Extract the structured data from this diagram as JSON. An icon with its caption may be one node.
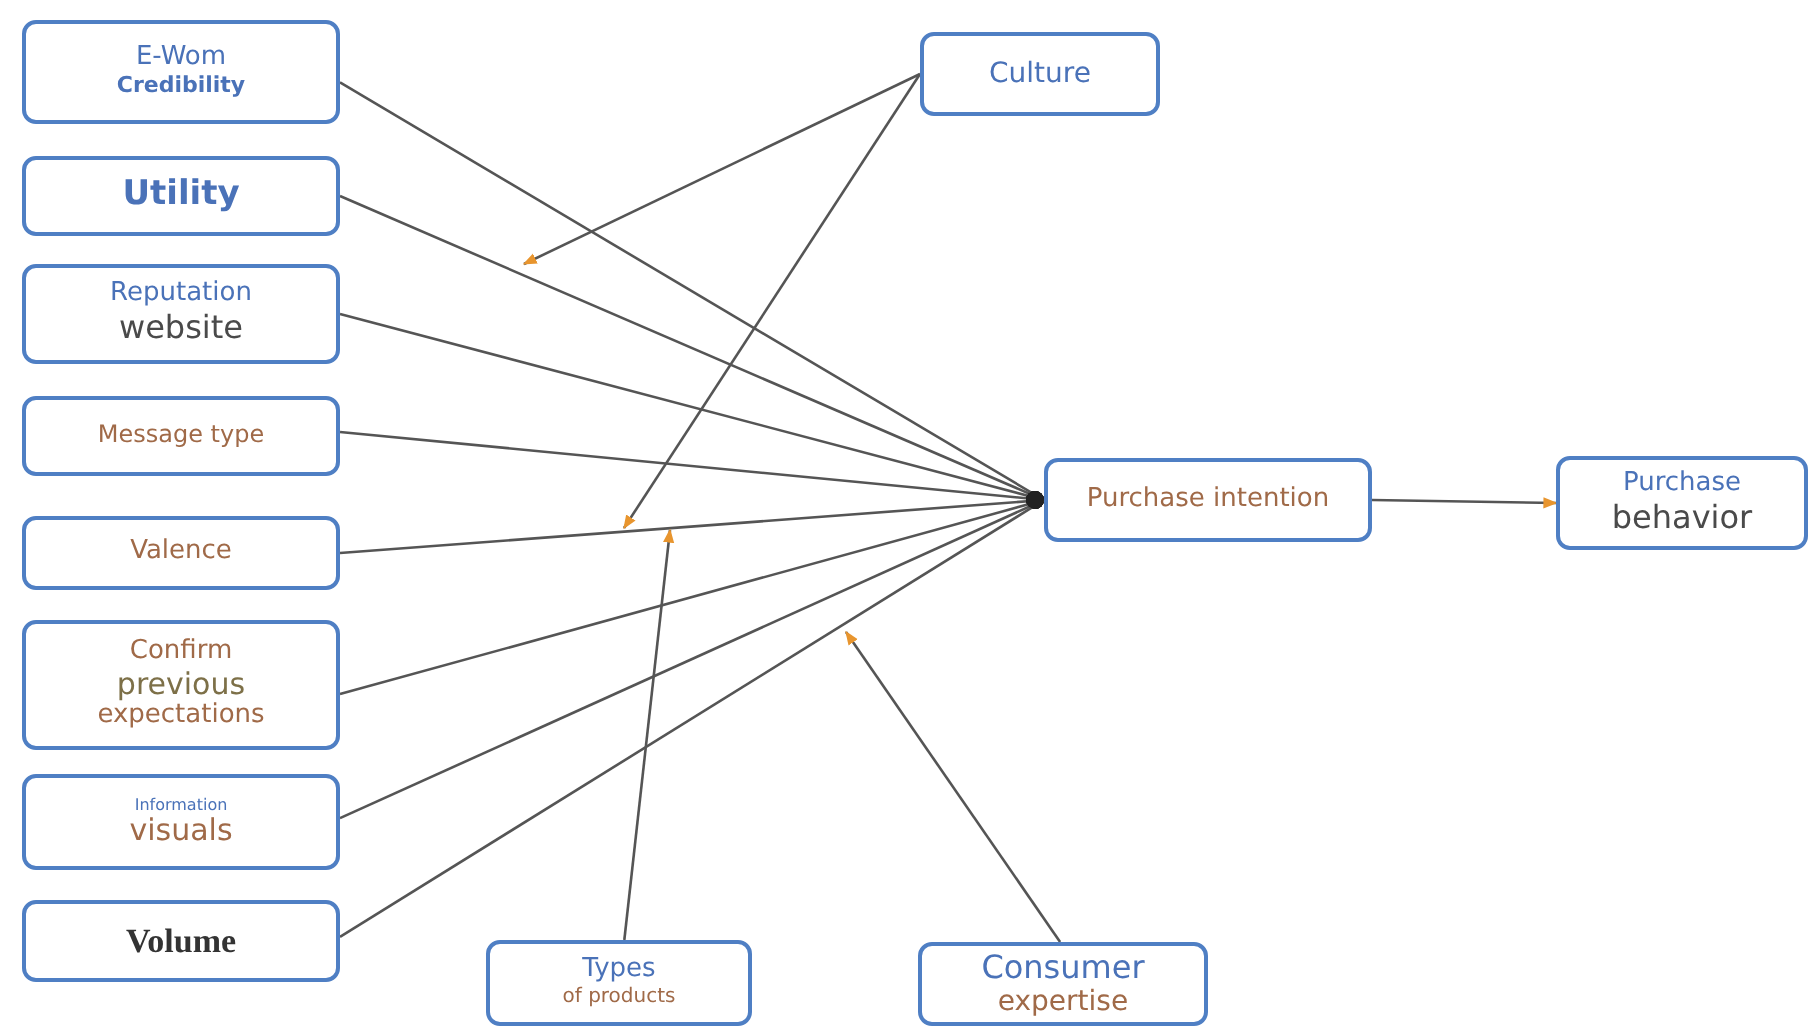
{
  "diagram": {
    "nodes": [
      {
        "text": [
          "E-Wom",
          "Credibility"
        ]
      },
      {
        "text": [
          "Utility"
        ]
      },
      {
        "text": [
          "Reputation",
          "website"
        ]
      },
      {
        "text": [
          "Message type"
        ]
      },
      {
        "text": [
          "Valence"
        ]
      },
      {
        "text": [
          "Confirm",
          "previous",
          "expectations"
        ]
      },
      {
        "text": [
          "Information",
          "visuals"
        ]
      },
      {
        "text": [
          "Volume"
        ]
      },
      {
        "text": [
          "Purchase intention"
        ]
      },
      {
        "text": [
          "Purchase",
          "behavior"
        ]
      },
      {
        "text": [
          "Culture"
        ]
      },
      {
        "text": [
          "Types",
          "of products"
        ]
      },
      {
        "text": [
          "Consumer",
          "expertise"
        ]
      }
    ],
    "edges": [
      {
        "from": 0,
        "to": 8,
        "arrow": "other"
      },
      {
        "from": 1,
        "to": 8,
        "arrow": "other"
      },
      {
        "from": 2,
        "to": 8,
        "arrow": "other"
      },
      {
        "from": 3,
        "to": 8,
        "arrow": "other"
      },
      {
        "from": 4,
        "to": 8,
        "arrow": "other"
      },
      {
        "from": 5,
        "to": 8,
        "arrow": "other"
      },
      {
        "from": 6,
        "to": 8,
        "arrow": "other"
      },
      {
        "from": 7,
        "to": 8,
        "arrow": "other"
      },
      {
        "from": 8,
        "to": 9,
        "arrow": "to"
      },
      {
        "from": 10,
        "to": null,
        "arrow": "to"
      },
      {
        "from": 10,
        "to": null,
        "arrow": "to"
      },
      {
        "from": 11,
        "to": null,
        "arrow": "to"
      },
      {
        "from": 12,
        "to": null,
        "arrow": "to"
      }
    ]
  }
}
